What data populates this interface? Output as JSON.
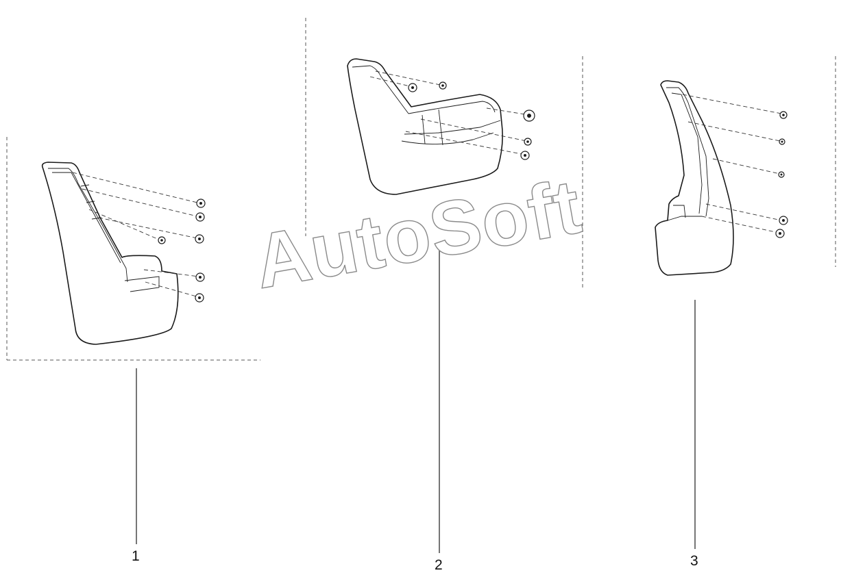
{
  "callouts": {
    "item_1": "1",
    "item_2": "2",
    "item_3": "3"
  },
  "watermark": {
    "text": "AutoSoft"
  },
  "colors": {
    "line": "#1a1a1a",
    "watermark_outline": "#8a8a8a",
    "background": "#ffffff"
  }
}
